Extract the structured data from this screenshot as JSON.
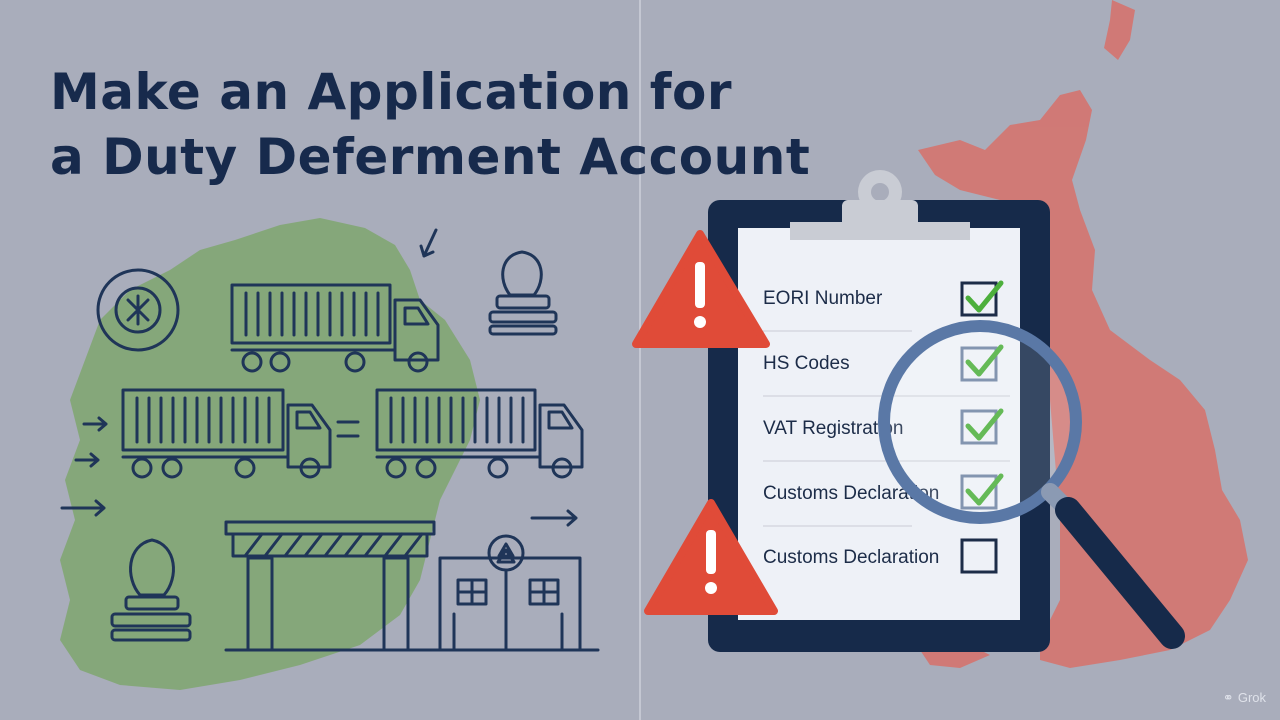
{
  "title": {
    "line1": "Make an Application for",
    "line2": "a Duty Deferment Account"
  },
  "checklist": {
    "items": [
      {
        "label": "EORI Number",
        "checked": true
      },
      {
        "label": "HS Codes",
        "checked": true
      },
      {
        "label": "VAT Registration",
        "checked": true
      },
      {
        "label": "Customs Declaration",
        "checked": true
      },
      {
        "label": "Customs Declaration",
        "checked": false
      }
    ]
  },
  "watermark": {
    "text": "Grok",
    "icon": "grok-logo-icon"
  },
  "colors": {
    "background": "#a9adbb",
    "title": "#172a4c",
    "ireland_map": "#7fa66f",
    "uk_map": "#d7716a",
    "warning": "#e04b38",
    "check": "#4caf3c",
    "clipboard_frame": "#162a4a"
  }
}
